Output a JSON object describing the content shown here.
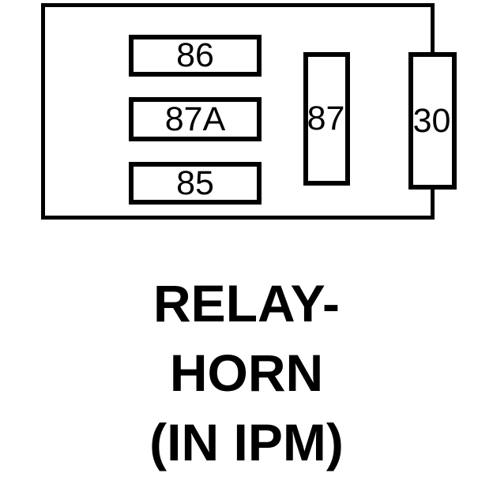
{
  "diagram": {
    "title": "RELAY-HORN (IN IPM)",
    "component_type": "relay",
    "housing": {
      "name": "relay-housing",
      "stroke_color": "#000000",
      "fill_color": "#ffffff"
    },
    "terminals": [
      {
        "id": "86",
        "label": "86",
        "orientation": "horizontal",
        "column": "left",
        "row": 1
      },
      {
        "id": "87A",
        "label": "87A",
        "orientation": "horizontal",
        "column": "left",
        "row": 2
      },
      {
        "id": "85",
        "label": "85",
        "orientation": "horizontal",
        "column": "left",
        "row": 3
      },
      {
        "id": "87",
        "label": "87",
        "orientation": "vertical",
        "column": "middle",
        "row": 1
      },
      {
        "id": "30",
        "label": "30",
        "orientation": "vertical",
        "column": "right",
        "row": 1
      }
    ]
  },
  "caption": {
    "lines": [
      "RELAY-",
      "HORN",
      "(IN IPM)"
    ]
  },
  "colors": {
    "stroke": "#000000",
    "background": "#ffffff",
    "text": "#000000"
  }
}
